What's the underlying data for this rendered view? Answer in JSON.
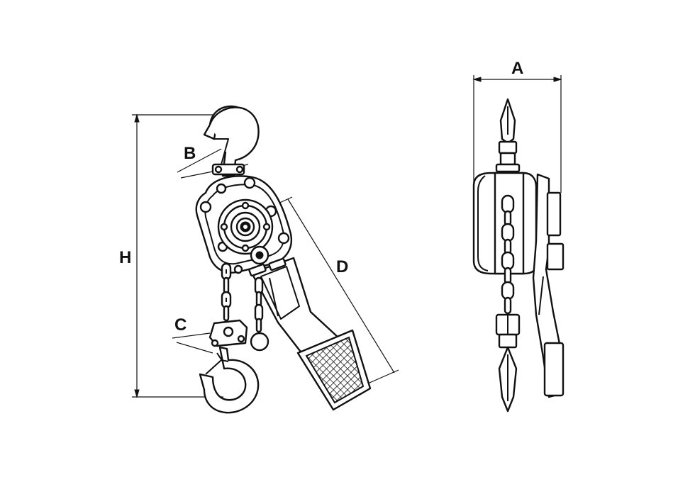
{
  "dimension_labels": {
    "A": "A",
    "B": "B",
    "C": "C",
    "D": "D",
    "H": "H"
  },
  "colors": {
    "line": "#111111",
    "background": "#ffffff"
  }
}
